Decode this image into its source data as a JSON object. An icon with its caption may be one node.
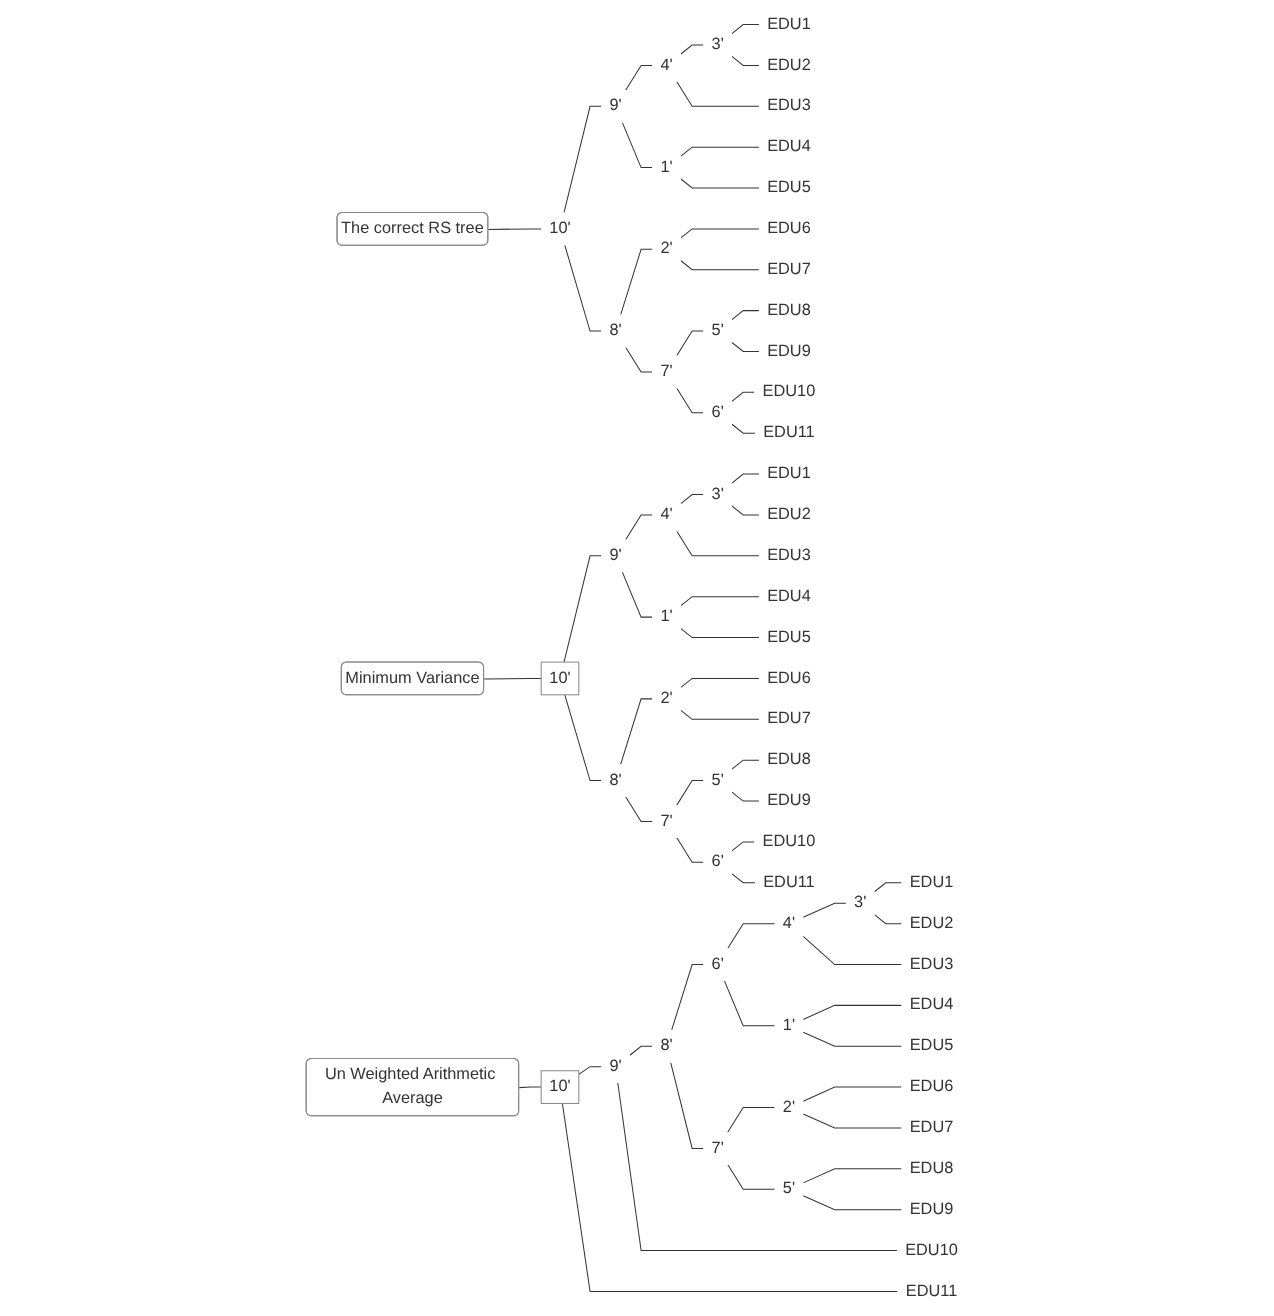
{
  "diagram": {
    "nodes": [
      {
        "text": [
          "The correct RS tree"
        ]
      },
      {
        "text": [
          "10'"
        ]
      },
      {
        "text": [
          "9'"
        ]
      },
      {
        "text": [
          "4'"
        ]
      },
      {
        "text": [
          "3'"
        ]
      },
      {
        "text": [
          "EDU1"
        ]
      },
      {
        "text": [
          "EDU2"
        ]
      },
      {
        "text": [
          "EDU3"
        ]
      },
      {
        "text": [
          "1'"
        ]
      },
      {
        "text": [
          "EDU4"
        ]
      },
      {
        "text": [
          "EDU5"
        ]
      },
      {
        "text": [
          "8'"
        ]
      },
      {
        "text": [
          "2'"
        ]
      },
      {
        "text": [
          "EDU6"
        ]
      },
      {
        "text": [
          "EDU7"
        ]
      },
      {
        "text": [
          "7'"
        ]
      },
      {
        "text": [
          "5'"
        ]
      },
      {
        "text": [
          "EDU8"
        ]
      },
      {
        "text": [
          "EDU9"
        ]
      },
      {
        "text": [
          "6'"
        ]
      },
      {
        "text": [
          "EDU10"
        ]
      },
      {
        "text": [
          "EDU11"
        ]
      },
      {
        "text": [
          "Minimum Variance"
        ]
      },
      {
        "text": [
          "10'"
        ]
      },
      {
        "text": [
          "9'"
        ]
      },
      {
        "text": [
          "4'"
        ]
      },
      {
        "text": [
          "3'"
        ]
      },
      {
        "text": [
          "EDU1"
        ]
      },
      {
        "text": [
          "EDU2"
        ]
      },
      {
        "text": [
          "EDU3"
        ]
      },
      {
        "text": [
          "1'"
        ]
      },
      {
        "text": [
          "EDU4"
        ]
      },
      {
        "text": [
          "EDU5"
        ]
      },
      {
        "text": [
          "8'"
        ]
      },
      {
        "text": [
          "2'"
        ]
      },
      {
        "text": [
          "EDU6"
        ]
      },
      {
        "text": [
          "EDU7"
        ]
      },
      {
        "text": [
          "7'"
        ]
      },
      {
        "text": [
          "5'"
        ]
      },
      {
        "text": [
          "EDU8"
        ]
      },
      {
        "text": [
          "EDU9"
        ]
      },
      {
        "text": [
          "6'"
        ]
      },
      {
        "text": [
          "EDU10"
        ]
      },
      {
        "text": [
          "EDU11"
        ]
      },
      {
        "text": [
          "Un Weighted Arithmetic Average"
        ]
      },
      {
        "text": [
          "10'"
        ]
      },
      {
        "text": [
          "9'"
        ]
      },
      {
        "text": [
          "8'"
        ]
      },
      {
        "text": [
          "6'"
        ]
      },
      {
        "text": [
          "4'"
        ]
      },
      {
        "text": [
          "3'"
        ]
      },
      {
        "text": [
          "EDU1"
        ]
      },
      {
        "text": [
          "EDU2"
        ]
      },
      {
        "text": [
          "EDU3"
        ]
      },
      {
        "text": [
          "1'"
        ]
      },
      {
        "text": [
          "EDU4"
        ]
      },
      {
        "text": [
          "EDU5"
        ]
      },
      {
        "text": [
          "7'"
        ]
      },
      {
        "text": [
          "2'"
        ]
      },
      {
        "text": [
          "EDU6"
        ]
      },
      {
        "text": [
          "EDU7"
        ]
      },
      {
        "text": [
          "5'"
        ]
      },
      {
        "text": [
          "EDU8"
        ]
      },
      {
        "text": [
          "EDU9"
        ]
      },
      {
        "text": [
          "EDU10"
        ]
      },
      {
        "text": [
          "EDU11"
        ]
      }
    ],
    "edges": [
      {
        "from": 0,
        "to": 1,
        "arrow": "none"
      },
      {
        "from": 1,
        "to": 2,
        "arrow": "none"
      },
      {
        "from": 2,
        "to": 3,
        "arrow": "none"
      },
      {
        "from": 3,
        "to": 4,
        "arrow": "none"
      },
      {
        "from": 4,
        "to": 5,
        "arrow": "none"
      },
      {
        "from": 4,
        "to": 6,
        "arrow": "none"
      },
      {
        "from": 3,
        "to": 7,
        "arrow": "none"
      },
      {
        "from": 2,
        "to": 8,
        "arrow": "none"
      },
      {
        "from": 8,
        "to": 9,
        "arrow": "none"
      },
      {
        "from": 8,
        "to": 10,
        "arrow": "none"
      },
      {
        "from": 1,
        "to": 11,
        "arrow": "none"
      },
      {
        "from": 11,
        "to": 12,
        "arrow": "none"
      },
      {
        "from": 12,
        "to": 13,
        "arrow": "none"
      },
      {
        "from": 12,
        "to": 14,
        "arrow": "none"
      },
      {
        "from": 11,
        "to": 15,
        "arrow": "none"
      },
      {
        "from": 15,
        "to": 16,
        "arrow": "none"
      },
      {
        "from": 16,
        "to": 17,
        "arrow": "none"
      },
      {
        "from": 16,
        "to": 18,
        "arrow": "none"
      },
      {
        "from": 15,
        "to": 19,
        "arrow": "none"
      },
      {
        "from": 19,
        "to": 20,
        "arrow": "none"
      },
      {
        "from": 19,
        "to": 21,
        "arrow": "none"
      },
      {
        "from": 22,
        "to": 23,
        "arrow": "none"
      },
      {
        "from": 23,
        "to": 24,
        "arrow": "none"
      },
      {
        "from": 24,
        "to": 25,
        "arrow": "none"
      },
      {
        "from": 25,
        "to": 26,
        "arrow": "none"
      },
      {
        "from": 26,
        "to": 27,
        "arrow": "none"
      },
      {
        "from": 26,
        "to": 28,
        "arrow": "none"
      },
      {
        "from": 25,
        "to": 29,
        "arrow": "none"
      },
      {
        "from": 24,
        "to": 30,
        "arrow": "none"
      },
      {
        "from": 30,
        "to": 31,
        "arrow": "none"
      },
      {
        "from": 30,
        "to": 32,
        "arrow": "none"
      },
      {
        "from": 23,
        "to": 33,
        "arrow": "none"
      },
      {
        "from": 33,
        "to": 34,
        "arrow": "none"
      },
      {
        "from": 34,
        "to": 35,
        "arrow": "none"
      },
      {
        "from": 34,
        "to": 36,
        "arrow": "none"
      },
      {
        "from": 33,
        "to": 37,
        "arrow": "none"
      },
      {
        "from": 37,
        "to": 38,
        "arrow": "none"
      },
      {
        "from": 38,
        "to": 39,
        "arrow": "none"
      },
      {
        "from": 38,
        "to": 40,
        "arrow": "none"
      },
      {
        "from": 37,
        "to": 41,
        "arrow": "none"
      },
      {
        "from": 41,
        "to": 42,
        "arrow": "none"
      },
      {
        "from": 41,
        "to": 43,
        "arrow": "none"
      },
      {
        "from": 44,
        "to": 45,
        "arrow": "none"
      },
      {
        "from": 45,
        "to": 46,
        "arrow": "none"
      },
      {
        "from": 46,
        "to": 47,
        "arrow": "none"
      },
      {
        "from": 47,
        "to": 48,
        "arrow": "none"
      },
      {
        "from": 48,
        "to": 49,
        "arrow": "none"
      },
      {
        "from": 49,
        "to": 50,
        "arrow": "none"
      },
      {
        "from": 50,
        "to": 51,
        "arrow": "none"
      },
      {
        "from": 50,
        "to": 52,
        "arrow": "none"
      },
      {
        "from": 49,
        "to": 53,
        "arrow": "none"
      },
      {
        "from": 48,
        "to": 54,
        "arrow": "none"
      },
      {
        "from": 54,
        "to": 55,
        "arrow": "none"
      },
      {
        "from": 54,
        "to": 56,
        "arrow": "none"
      },
      {
        "from": 47,
        "to": 57,
        "arrow": "none"
      },
      {
        "from": 57,
        "to": 58,
        "arrow": "none"
      },
      {
        "from": 58,
        "to": 59,
        "arrow": "none"
      },
      {
        "from": 58,
        "to": 60,
        "arrow": "none"
      },
      {
        "from": 57,
        "to": 61,
        "arrow": "none"
      },
      {
        "from": 61,
        "to": 62,
        "arrow": "none"
      },
      {
        "from": 61,
        "to": 63,
        "arrow": "none"
      },
      {
        "from": 46,
        "to": 64,
        "arrow": "none"
      },
      {
        "from": 45,
        "to": 65,
        "arrow": "none"
      }
    ]
  }
}
